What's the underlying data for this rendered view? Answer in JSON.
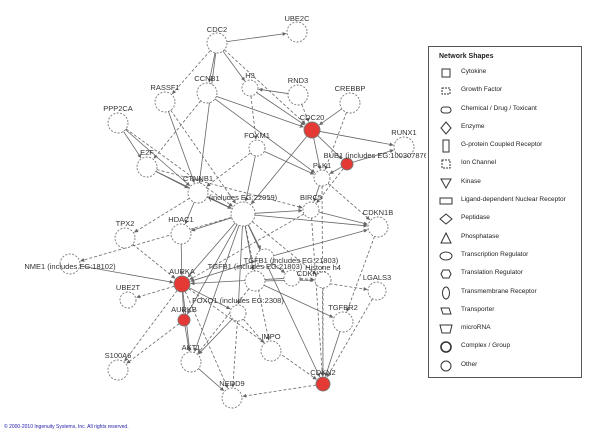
{
  "nodes": [
    {
      "id": "cdc2",
      "label": "CDC2",
      "fill": "#ffffff"
    },
    {
      "id": "ube2c",
      "label": "UBE2C",
      "fill": "#ffffff"
    },
    {
      "id": "rassf1",
      "label": "RASSF1",
      "fill": "#ffffff"
    },
    {
      "id": "ccnb1",
      "label": "CCNB1",
      "fill": "#ffffff"
    },
    {
      "id": "h3",
      "label": "H3",
      "fill": "#ffffff"
    },
    {
      "id": "rnd3",
      "label": "RND3",
      "fill": "#ffffff"
    },
    {
      "id": "ppp2ca",
      "label": "PPP2CA",
      "fill": "#ffffff"
    },
    {
      "id": "crebbp",
      "label": "CREBBP",
      "fill": "#ffffff"
    },
    {
      "id": "cdc20",
      "label": "CDC20",
      "fill": "#e53935"
    },
    {
      "id": "runx1",
      "label": "RUNX1",
      "fill": "#ffffff"
    },
    {
      "id": "foxm1",
      "label": "FOXM1",
      "fill": "#ffffff"
    },
    {
      "id": "bub1",
      "label": "BUB1 (includes EG:100307876)",
      "fill": "#e53935"
    },
    {
      "id": "plk1",
      "label": "PLK1",
      "fill": "#ffffff"
    },
    {
      "id": "e2f",
      "label": "E2F",
      "fill": "#ffffff"
    },
    {
      "id": "ctnnb1",
      "label": "CTNNB1",
      "fill": "#ffffff"
    },
    {
      "id": "tgfb1hub",
      "label": "TGFB1 (includes EG:21803)",
      "fill": "#ffffff"
    },
    {
      "id": "birc5",
      "label": "BIRC5",
      "fill": "#ffffff"
    },
    {
      "id": "cdkn1a",
      "label": "CDKN1A",
      "fill": "#ffffff"
    },
    {
      "id": "tpx2",
      "label": "TPX2",
      "fill": "#ffffff"
    },
    {
      "id": "hdac1",
      "label": "HDAC1",
      "fill": "#ffffff"
    },
    {
      "id": "hubmain",
      "label": "(includes EG:22059)",
      "fill": "#ffffff"
    },
    {
      "id": "cdkn1b",
      "label": "CDKN1B",
      "fill": "#ffffff"
    },
    {
      "id": "nme1",
      "label": "NME1 (includes EG:18102)",
      "fill": "#ffffff"
    },
    {
      "id": "aurka",
      "label": "AURKA",
      "fill": "#e53935"
    },
    {
      "id": "tgfb1b",
      "label": "TGFB1 (includes EG:21803)",
      "fill": "#ffffff"
    },
    {
      "id": "histoneh4",
      "label": "Histone h4",
      "fill": "#ffffff"
    },
    {
      "id": "ube2t",
      "label": "UBE2T",
      "fill": "#ffffff"
    },
    {
      "id": "lgals3",
      "label": "LGALS3",
      "fill": "#ffffff"
    },
    {
      "id": "aurkb",
      "label": "AURKB",
      "fill": "#e53935"
    },
    {
      "id": "foxo1",
      "label": "FOXO1 (includes EG:2308)",
      "fill": "#ffffff"
    },
    {
      "id": "tgfbr2",
      "label": "TGFBR2",
      "fill": "#ffffff"
    },
    {
      "id": "s100a6",
      "label": "S100A6",
      "fill": "#ffffff"
    },
    {
      "id": "akt1",
      "label": "AKT1",
      "fill": "#ffffff"
    },
    {
      "id": "impo",
      "label": "IMPO",
      "fill": "#ffffff"
    },
    {
      "id": "cdkn2",
      "label": "CDKN2",
      "fill": "#e53935"
    },
    {
      "id": "nedd9",
      "label": "NEDD9",
      "fill": "#ffffff"
    }
  ],
  "edges": [
    [
      "cdc2",
      "ube2c",
      0
    ],
    [
      "cdc2",
      "rassf1",
      1
    ],
    [
      "cdc2",
      "ccnb1",
      0
    ],
    [
      "cdc2",
      "h3",
      0
    ],
    [
      "cdc2",
      "ctnnb1",
      0
    ],
    [
      "cdc2",
      "cdc20",
      1
    ],
    [
      "rnd3",
      "cdc20",
      1
    ],
    [
      "rnd3",
      "h3",
      0
    ],
    [
      "h3",
      "cdc20",
      0
    ],
    [
      "h3",
      "foxm1",
      1
    ],
    [
      "ccnb1",
      "cdc20",
      0
    ],
    [
      "ccnb1",
      "plk1",
      0
    ],
    [
      "ccnb1",
      "e2f",
      1
    ],
    [
      "rassf1",
      "ctnnb1",
      0
    ],
    [
      "ppp2ca",
      "ctnnb1",
      0
    ],
    [
      "ppp2ca",
      "hubmain",
      1
    ],
    [
      "crebbp",
      "cdc20",
      0
    ],
    [
      "crebbp",
      "plk1",
      1
    ],
    [
      "cdc20",
      "runx1",
      0
    ],
    [
      "cdc20",
      "bub1",
      0
    ],
    [
      "cdc20",
      "plk1",
      0
    ],
    [
      "cdc20",
      "hubmain",
      0
    ],
    [
      "foxm1",
      "plk1",
      0
    ],
    [
      "foxm1",
      "ctnnb1",
      1
    ],
    [
      "foxm1",
      "hubmain",
      0
    ],
    [
      "bub1",
      "plk1",
      0
    ],
    [
      "bub1",
      "birc5",
      1
    ],
    [
      "bub1",
      "runx1",
      0
    ],
    [
      "plk1",
      "birc5",
      0
    ],
    [
      "plk1",
      "cdkn1b",
      1
    ],
    [
      "e2f",
      "ctnnb1",
      0
    ],
    [
      "e2f",
      "hubmain",
      0
    ],
    [
      "e2f",
      "birc5",
      1
    ],
    [
      "ctnnb1",
      "hubmain",
      0
    ],
    [
      "ctnnb1",
      "hdac1",
      0
    ],
    [
      "ctnnb1",
      "tpx2",
      1
    ],
    [
      "hubmain",
      "tgfb1hub",
      0
    ],
    [
      "hubmain",
      "birc5",
      0
    ],
    [
      "hubmain",
      "aurka",
      0
    ],
    [
      "hubmain",
      "tgfb1b",
      0
    ],
    [
      "hubmain",
      "histoneh4",
      1
    ],
    [
      "hubmain",
      "foxo1",
      0
    ],
    [
      "hubmain",
      "cdkn1b",
      0
    ],
    [
      "hubmain",
      "hdac1",
      0
    ],
    [
      "hubmain",
      "nme1",
      1
    ],
    [
      "hubmain",
      "aurkb",
      0
    ],
    [
      "hubmain",
      "akt1",
      0
    ],
    [
      "hubmain",
      "impo",
      1
    ],
    [
      "hubmain",
      "cdkn2",
      0
    ],
    [
      "tgfb1hub",
      "aurka",
      0
    ],
    [
      "tgfb1hub",
      "cdkn1a",
      0
    ],
    [
      "tgfb1hub",
      "cdkn1b",
      0
    ],
    [
      "cdkn1a",
      "histoneh4",
      1
    ],
    [
      "cdkn1a",
      "lgals3",
      1
    ],
    [
      "cdkn1a",
      "aurka",
      0
    ],
    [
      "birc5",
      "aurka",
      1
    ],
    [
      "birc5",
      "cdkn1b",
      0
    ],
    [
      "hdac1",
      "aurka",
      0
    ],
    [
      "tpx2",
      "aurka",
      1
    ],
    [
      "nme1",
      "aurka",
      0
    ],
    [
      "aurka",
      "ube2t",
      1
    ],
    [
      "aurka",
      "aurkb",
      0
    ],
    [
      "aurka",
      "foxo1",
      0
    ],
    [
      "aurka",
      "s100a6",
      1
    ],
    [
      "aurka",
      "akt1",
      0
    ],
    [
      "aurka",
      "nedd9",
      1
    ],
    [
      "aurka",
      "cdkn2",
      1
    ],
    [
      "tgfb1b",
      "histoneh4",
      0
    ],
    [
      "tgfb1b",
      "akt1",
      1
    ],
    [
      "tgfb1b",
      "tgfbr2",
      0
    ],
    [
      "histoneh4",
      "cdkn2",
      1
    ],
    [
      "lgals3",
      "cdkn2",
      1
    ],
    [
      "foxo1",
      "akt1",
      0
    ],
    [
      "foxo1",
      "impo",
      1
    ],
    [
      "foxo1",
      "nedd9",
      1
    ],
    [
      "aurkb",
      "s100a6",
      1
    ],
    [
      "aurkb",
      "akt1",
      0
    ],
    [
      "tgfbr2",
      "cdkn2",
      0
    ],
    [
      "plk1",
      "cdkn2",
      1
    ],
    [
      "cdkn1b",
      "tgfbr2",
      1
    ],
    [
      "birc5",
      "cdkn2",
      1
    ],
    [
      "akt1",
      "nedd9",
      0
    ],
    [
      "cdkn2",
      "nedd9",
      1
    ],
    [
      "ppp2ca",
      "e2f",
      0
    ],
    [
      "rassf1",
      "hubmain",
      1
    ]
  ],
  "legend": {
    "title": "Network Shapes",
    "items": [
      {
        "icon": "cytokine-icon",
        "label": "Cytokine"
      },
      {
        "icon": "growth-factor-icon",
        "label": "Growth Factor"
      },
      {
        "icon": "chemical-toxicant-icon",
        "label": "Chemical / Drug / Toxicant"
      },
      {
        "icon": "enzyme-icon",
        "label": "Enzyme"
      },
      {
        "icon": "gpcr-icon",
        "label": "G-protein Coupled Receptor"
      },
      {
        "icon": "ion-channel-icon",
        "label": "Ion Channel"
      },
      {
        "icon": "kinase-icon",
        "label": "Kinase"
      },
      {
        "icon": "nuclear-receptor-icon",
        "label": "Ligand-dependent Nuclear Receptor"
      },
      {
        "icon": "peptidase-icon",
        "label": "Peptidase"
      },
      {
        "icon": "phosphatase-icon",
        "label": "Phosphatase"
      },
      {
        "icon": "transcription-regulator-icon",
        "label": "Transcription Regulator"
      },
      {
        "icon": "translation-regulator-icon",
        "label": "Translation Regulator"
      },
      {
        "icon": "transmembrane-receptor-icon",
        "label": "Transmembrane Receptor"
      },
      {
        "icon": "transporter-icon",
        "label": "Transporter"
      },
      {
        "icon": "microrna-icon",
        "label": "microRNA"
      },
      {
        "icon": "complex-group-icon",
        "label": "Complex / Group"
      },
      {
        "icon": "other-icon",
        "label": "Other"
      }
    ]
  },
  "copyright": "© 2000-2010 Ingenuity Systems, Inc. All rights reserved.",
  "colors": {
    "highlight": "#e53935",
    "edge": "#666666",
    "node_stroke": "#777777"
  }
}
